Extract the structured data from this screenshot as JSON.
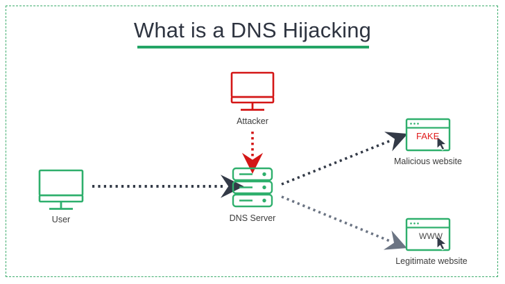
{
  "frame": {
    "border_color": "#3aab6a",
    "background": "#ffffff"
  },
  "title": {
    "text": "What is a DNS Hijacking",
    "color": "#2e3440",
    "underline_color": "#23a566"
  },
  "colors": {
    "green": "#2eaf6c",
    "red": "#d41616",
    "dark_arrow": "#333a47",
    "gray_arrow": "#6b7483",
    "label_text": "#3b3b3b"
  },
  "nodes": {
    "user": {
      "label": "User",
      "icon": "monitor-icon",
      "color": "#2eaf6c"
    },
    "attacker": {
      "label": "Attacker",
      "icon": "monitor-icon",
      "color": "#d41616"
    },
    "dns_server": {
      "label": "DNS Server",
      "icon": "server-rack-icon",
      "color": "#2eaf6c"
    },
    "malicious_website": {
      "label": "Malicious website",
      "icon": "browser-window-icon",
      "screen_text": "FAKE",
      "screen_text_color": "#e01b1b",
      "color": "#2eaf6c"
    },
    "legitimate_website": {
      "label": "Legitimate website",
      "icon": "browser-window-icon",
      "screen_text": "WWW",
      "screen_text_color": "#4a4a4a",
      "color": "#2eaf6c"
    }
  },
  "arrows": {
    "user_to_dns": {
      "name": "user-to-dns-arrow",
      "style": "dotted",
      "color": "#333a47"
    },
    "attacker_to_dns": {
      "name": "attacker-to-dns-arrow",
      "style": "dotted",
      "color": "#d41616"
    },
    "dns_to_malicious": {
      "name": "dns-to-malicious-arrow",
      "style": "dotted",
      "color": "#333a47"
    },
    "dns_to_legitimate": {
      "name": "dns-to-legitimate-arrow",
      "style": "dotted",
      "color": "#6b7483"
    }
  }
}
